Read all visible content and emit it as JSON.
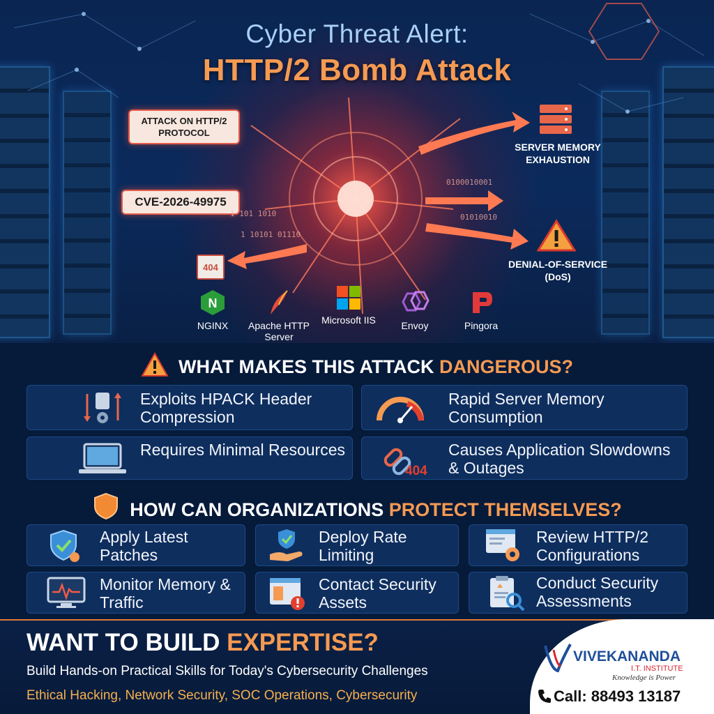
{
  "hero": {
    "title_line1": "Cyber Threat Alert:",
    "title_line2": "HTTP/2 Bomb Attack",
    "tag_protocol": "ATTACK ON HTTP/2 PROTOCOL",
    "tag_cve": "CVE-2026-49975",
    "error_code": "404",
    "impact_memory": "SERVER MEMORY EXHAUSTION",
    "impact_dos": "DENIAL-OF-SERVICE (DoS)",
    "technologies": [
      "NGINX",
      "Apache HTTP Server",
      "Microsoft IIS",
      "Envoy",
      "Pingora"
    ],
    "binary_text": [
      "1 101 1010",
      "0100010001",
      "01010010",
      "1 10101 01110"
    ]
  },
  "danger": {
    "heading_prefix": "WHAT MAKES THIS ATTACK ",
    "heading_highlight": "DANGEROUS?",
    "items": [
      "Exploits HPACK Header Compression",
      "Rapid Server Memory Consumption",
      "Requires Minimal Resources",
      "Causes Application Slowdowns & Outages"
    ],
    "badge_404": "404"
  },
  "protect": {
    "heading_prefix": "HOW CAN ORGANIZATIONS ",
    "heading_highlight": "PROTECT THEMSELVES?",
    "items": [
      "Apply Latest Patches",
      "Deploy Rate Limiting",
      "Review HTTP/2 Configurations",
      "Monitor Memory & Traffic",
      "Contact Security Assets",
      "Conduct Security Assessments"
    ]
  },
  "footer": {
    "title_prefix": "WANT TO BUILD ",
    "title_highlight": "EXPERTISE?",
    "subtitle": "Build Hands-on Practical Skills for Today's Cybersecurity Challenges",
    "courses": "Ethical Hacking, Network Security, SOC Operations, Cybersecurity",
    "brand_name": "VIVEKANANDA",
    "brand_sub": "I.T. INSTITUTE",
    "brand_tagline": "Knowledge is Power",
    "call": "Call: 88493 13187"
  },
  "colors": {
    "accent_orange": "#f59a52",
    "navy": "#061a3a",
    "card": "#0e2e5e",
    "alert_red": "#e25b4a"
  },
  "icons": [
    "warning-icon",
    "shield-icon",
    "server-stack-icon",
    "phone-icon"
  ]
}
